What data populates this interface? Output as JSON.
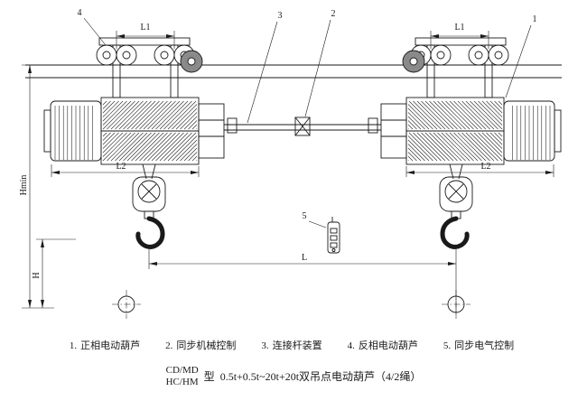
{
  "colors": {
    "line": "#1a1a1a",
    "background": "#ffffff"
  },
  "dimensions": {
    "l1_left": "L1",
    "l1_right": "L1",
    "l2_left": "L2",
    "l2_right": "L2",
    "l": "L",
    "h": "H",
    "hmin": "Hmin"
  },
  "callouts": {
    "c1": "1",
    "c2": "2",
    "c3": "3",
    "c4": "4",
    "c5": "5"
  },
  "legend": {
    "items": [
      {
        "num": "1.",
        "label": "正相电动葫芦"
      },
      {
        "num": "2.",
        "label": "同步机械控制"
      },
      {
        "num": "3.",
        "label": "连接杆装置"
      },
      {
        "num": "4.",
        "label": "反相电动葫芦"
      },
      {
        "num": "5.",
        "label": "同步电气控制"
      }
    ]
  },
  "title": {
    "model_top": "CD/MD",
    "model_bottom": "HC/HM",
    "type_label": "型",
    "spec": "0.5t+0.5t~20t+20t双吊点电动葫芦（4/2绳）"
  }
}
